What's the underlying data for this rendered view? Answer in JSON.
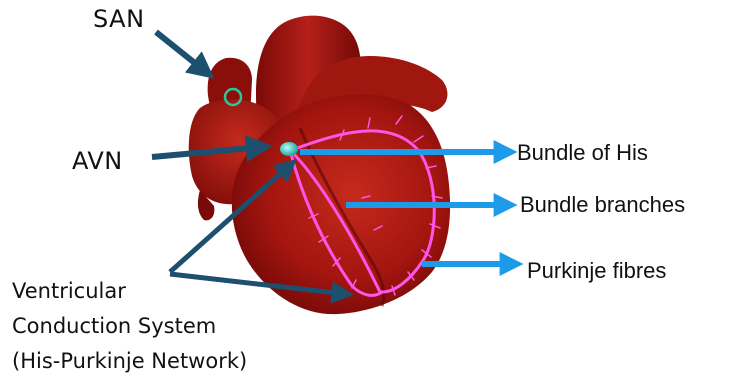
{
  "labels": {
    "san": "SAN",
    "avn": "AVN",
    "bundle_of_his": "Bundle of His",
    "bundle_branches": "Bundle branches",
    "purkinje_fibres": "Purkinje fibres",
    "vcs_line1": "Ventricular",
    "vcs_line2": "Conduction System",
    "vcs_line3": "(His-Purkinje Network)"
  },
  "colors": {
    "heart_dark": "#6e0808",
    "heart_mid": "#a8150f",
    "heart_light": "#c8281c",
    "conduction": "#ff55e6",
    "arrow_dark": "#1d4f6e",
    "arrow_light": "#1e9be8",
    "node_green": "#2fc79a",
    "node_cyan": "#5fe3e0"
  }
}
